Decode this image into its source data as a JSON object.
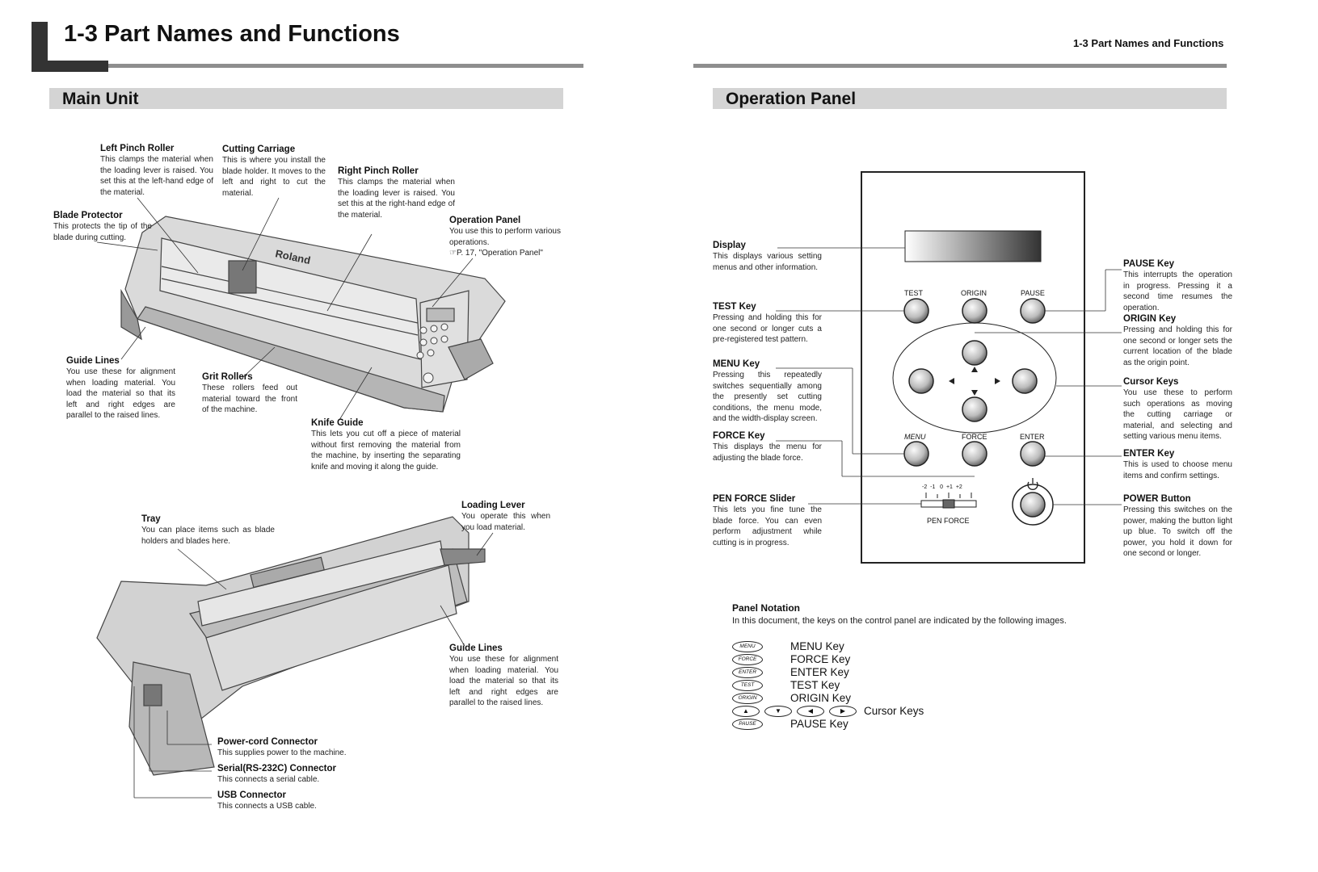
{
  "left_page": {
    "chapter_title": "1-3 Part Names and Functions",
    "section_title": "Main Unit",
    "parts": [
      {
        "name": "Left Pinch Roller",
        "desc": "This clamps the material when the loading lever is raised. You set this at the left-hand edge of the material."
      },
      {
        "name": "Cutting Carriage",
        "desc": "This is where you install the blade holder. It moves to the left and right to cut the material."
      },
      {
        "name": "Right Pinch Roller",
        "desc": "This clamps the material when the loading lever is raised. You set this at the right-hand edge of the material."
      },
      {
        "name": "Blade Protector",
        "desc": "This protects the tip of the blade during cutting."
      },
      {
        "name": "Operation Panel",
        "desc": "You use this to perform various operations.",
        "ref": "☞P. 17, \"Operation Panel\""
      },
      {
        "name": "Guide Lines",
        "desc": "You use these for alignment when loading material. You load the material so that its left and right edges are parallel to the raised lines."
      },
      {
        "name": "Grit Rollers",
        "desc": "These rollers feed out material toward the front of the machine."
      },
      {
        "name": "Knife Guide",
        "desc": "This lets you cut off a piece of material without first removing the material from the machine, by inserting the separating knife and moving it along the guide."
      },
      {
        "name": "Tray",
        "desc": "You can place items such as blade holders and blades here."
      },
      {
        "name": "Loading Lever",
        "desc": "You operate this when you load material."
      },
      {
        "name": "Guide Lines",
        "desc": "You use these for alignment when loading material. You load the material so that its left and right edges are parallel to the raised lines."
      },
      {
        "name": "Power-cord Connector",
        "desc": "This supplies power to the machine."
      },
      {
        "name": "Serial(RS-232C) Connector",
        "desc": "This connects a serial cable."
      },
      {
        "name": "USB Connector",
        "desc": "This connects a USB cable."
      }
    ],
    "brand_on_machine": "Roland"
  },
  "right_page": {
    "running_header": "1-3 Part Names and Functions",
    "section_title": "Operation Panel",
    "callouts": [
      {
        "name": "Display",
        "desc": "This displays various setting menus and other information."
      },
      {
        "name": "TEST Key",
        "desc": "Pressing and holding this for one second or longer cuts a pre-registered test pattern."
      },
      {
        "name": "MENU Key",
        "desc": "Pressing this repeatedly switches sequentially among the presently set cutting conditions, the menu mode, and the width-display screen."
      },
      {
        "name": "FORCE Key",
        "desc": "This displays the menu for adjusting the blade force."
      },
      {
        "name": "PEN FORCE Slider",
        "desc": "This lets you fine tune the blade force. You can even perform adjustment while cutting is in progress."
      },
      {
        "name": "PAUSE Key",
        "desc": "This interrupts the operation in progress. Pressing it a second time resumes the operation."
      },
      {
        "name": "ORIGIN Key",
        "desc": "Pressing and holding this for one second or longer sets the current location of the blade as the origin point."
      },
      {
        "name": "Cursor Keys",
        "desc": "You use these to perform such operations as moving the cutting carriage or material, and selecting and setting various menu items."
      },
      {
        "name": "ENTER Key",
        "desc": "This is used to choose menu items and confirm settings."
      },
      {
        "name": "POWER Button",
        "desc": "Pressing this switches on the power, making the button light up blue. To switch off the power, you hold it down for one second or longer."
      }
    ],
    "panel_labels": {
      "test": "TEST",
      "origin": "ORIGIN",
      "pause": "PAUSE",
      "menu": "MENU",
      "force": "FORCE",
      "enter": "ENTER",
      "pen_force": "PEN FORCE",
      "scale": "-2  -1   0  +1  +2"
    },
    "notation": {
      "title": "Panel Notation",
      "intro": "In this document, the keys on the control panel are indicated by the following images.",
      "items": [
        {
          "icon": "MENU",
          "label": "MENU Key"
        },
        {
          "icon": "FORCE",
          "label": "FORCE Key"
        },
        {
          "icon": "ENTER",
          "label": "ENTER Key"
        },
        {
          "icon": "TEST",
          "label": "TEST Key"
        },
        {
          "icon": "ORIGIN",
          "label": "ORIGIN Key"
        },
        {
          "icon": "cursor",
          "label": "Cursor Keys"
        },
        {
          "icon": "PAUSE",
          "label": "PAUSE Key"
        }
      ]
    }
  }
}
